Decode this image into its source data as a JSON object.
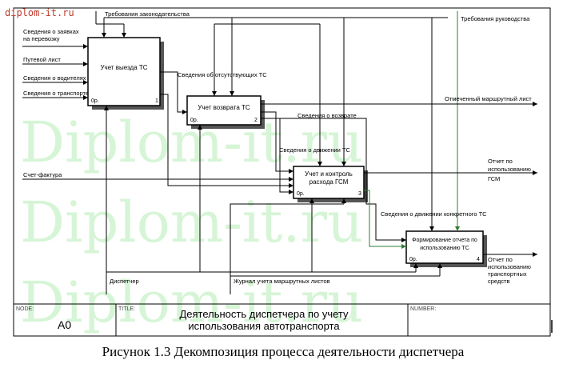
{
  "watermark": {
    "site_tag": "diplom-it.ru",
    "big_text_lines": [
      "Diplom-it.ru",
      "Diplom-it.ru",
      "Diplom-it.ru"
    ]
  },
  "boxes": [
    {
      "title": "Учет выезда ТС",
      "cost": "0р.",
      "number": "1"
    },
    {
      "title": "Учет возврата ТС",
      "cost": "0р.",
      "number": "2"
    },
    {
      "title_lines": [
        "Учет и контроль",
        "расхода ГСМ"
      ],
      "cost": "0р.",
      "number": "3"
    },
    {
      "title_lines": [
        "Формирование отчета по",
        "использованию ТС"
      ],
      "cost": "0р.",
      "number": "4"
    }
  ],
  "inputs": {
    "requests_lines": [
      "Сведения о заявках",
      "на перевозку"
    ],
    "waybill": "Путевой лист",
    "drivers": "Сведения о водителях",
    "vehicle": "Сведения о транспорте",
    "invoice": "Счет-фактура"
  },
  "controls": {
    "law": "Требования законодательства",
    "management": "Требования руководства"
  },
  "internal": {
    "absent": "Сведения об отсутствующих ТС",
    "return": "Сведения о возврате",
    "movement": "Сведения о движении ТС",
    "movement_specific": "Сведения о движении конкретного ТС"
  },
  "outputs": {
    "marked_waybill": "Отмеченный маршрутный лист",
    "fuel_report_lines": [
      "Отчет по",
      "использованию",
      "ГСМ"
    ],
    "vehicle_report_lines": [
      "Отчет по",
      "использованию",
      "транспортных",
      "средств"
    ]
  },
  "mechanisms": {
    "dispatcher": "Диспетчер",
    "journal": "Журнал учета маршрутных листов"
  },
  "footer": {
    "node_label": "NODE:",
    "node_value": "A0",
    "title_label": "TITLE:",
    "title_lines": [
      "Деятельность диспетчера  по учету",
      "использования  автотранспорта"
    ],
    "number_label": "NUMBER:"
  },
  "caption": "Рисунок 1.3 Декомпозиция процесса деятельности диспетчера"
}
